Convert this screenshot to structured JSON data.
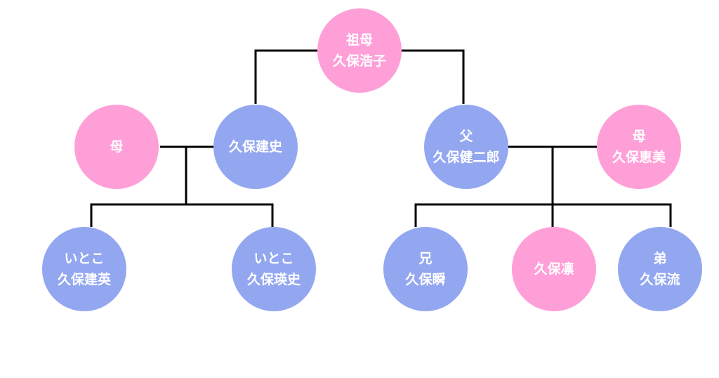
{
  "colors": {
    "female": "#ff9fd8",
    "male": "#93a7f1",
    "line": "#000000",
    "background": "#ffffff"
  },
  "nodes": {
    "grandmother": {
      "line1": "祖母",
      "line2": "久保浩子",
      "color": "#ff9fd8"
    },
    "uncle_wife": {
      "line1": "母",
      "line2": "",
      "color": "#ff9fd8"
    },
    "uncle": {
      "line1": "久保建史",
      "line2": "",
      "color": "#93a7f1"
    },
    "father": {
      "line1": "父",
      "line2": "久保健二郎",
      "color": "#93a7f1"
    },
    "mother": {
      "line1": "母",
      "line2": "久保恵美",
      "color": "#ff9fd8"
    },
    "cousin1": {
      "line1": "いとこ",
      "line2": "久保建英",
      "color": "#93a7f1"
    },
    "cousin2": {
      "line1": "いとこ",
      "line2": "久保瑛史",
      "color": "#93a7f1"
    },
    "brother": {
      "line1": "兄",
      "line2": "久保瞬",
      "color": "#93a7f1"
    },
    "self": {
      "line1": "久保凛",
      "line2": "",
      "color": "#ff9fd8"
    },
    "younger_brother": {
      "line1": "弟",
      "line2": "久保流",
      "color": "#93a7f1"
    }
  }
}
